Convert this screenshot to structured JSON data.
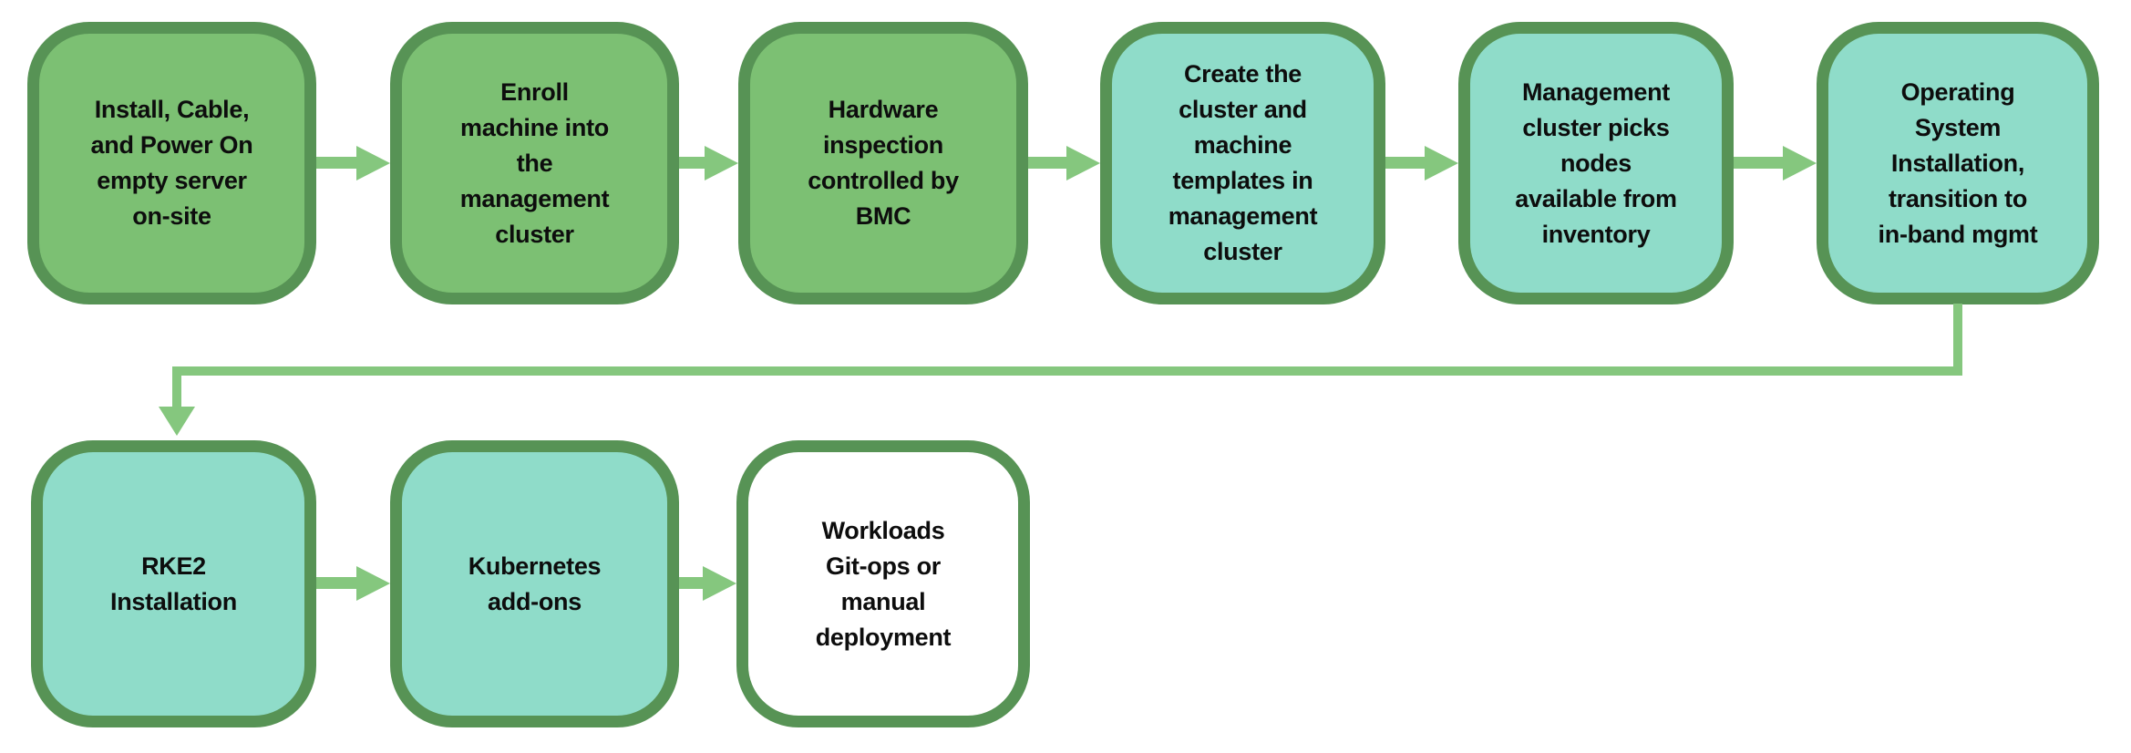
{
  "diagram": {
    "type": "flowchart",
    "background": "#FFFFFF",
    "colors": {
      "box-border": "#579355",
      "green-fill": "#7CC073",
      "teal-fill": "#8FDCC9",
      "white-fill": "#FFFFFF",
      "arrow": "#85C77E",
      "text": "#0D0D0D"
    },
    "boxes": [
      {
        "id": 1,
        "fill": "green",
        "label": "Install, Cable,\nand Power On\nempty server\non-site"
      },
      {
        "id": 2,
        "fill": "green",
        "label": "Enroll\nmachine into\nthe\nmanagement\ncluster"
      },
      {
        "id": 3,
        "fill": "green",
        "label": "Hardware\ninspection\ncontrolled by\nBMC"
      },
      {
        "id": 4,
        "fill": "teal",
        "label": "Create the\ncluster and\nmachine\ntemplates in\nmanagement\ncluster"
      },
      {
        "id": 5,
        "fill": "teal",
        "label": "Management\ncluster picks\nnodes\navailable from\ninventory"
      },
      {
        "id": 6,
        "fill": "teal",
        "label": "Operating\nSystem\nInstallation,\ntransition to\nin-band mgmt"
      },
      {
        "id": 7,
        "fill": "teal",
        "label": "RKE2\nInstallation"
      },
      {
        "id": 8,
        "fill": "teal",
        "label": "Kubernetes\nadd-ons"
      },
      {
        "id": 9,
        "fill": "white",
        "label": "Workloads\nGit-ops or\nmanual\ndeployment"
      }
    ],
    "connections": [
      {
        "from": 1,
        "to": 2,
        "type": "arrow-right"
      },
      {
        "from": 2,
        "to": 3,
        "type": "arrow-right"
      },
      {
        "from": 3,
        "to": 4,
        "type": "arrow-right"
      },
      {
        "from": 4,
        "to": 5,
        "type": "arrow-right"
      },
      {
        "from": 5,
        "to": 6,
        "type": "arrow-right"
      },
      {
        "from": 6,
        "to": 7,
        "type": "elbow-down-left-down"
      },
      {
        "from": 7,
        "to": 8,
        "type": "arrow-right"
      },
      {
        "from": 8,
        "to": 9,
        "type": "arrow-right"
      }
    ]
  }
}
